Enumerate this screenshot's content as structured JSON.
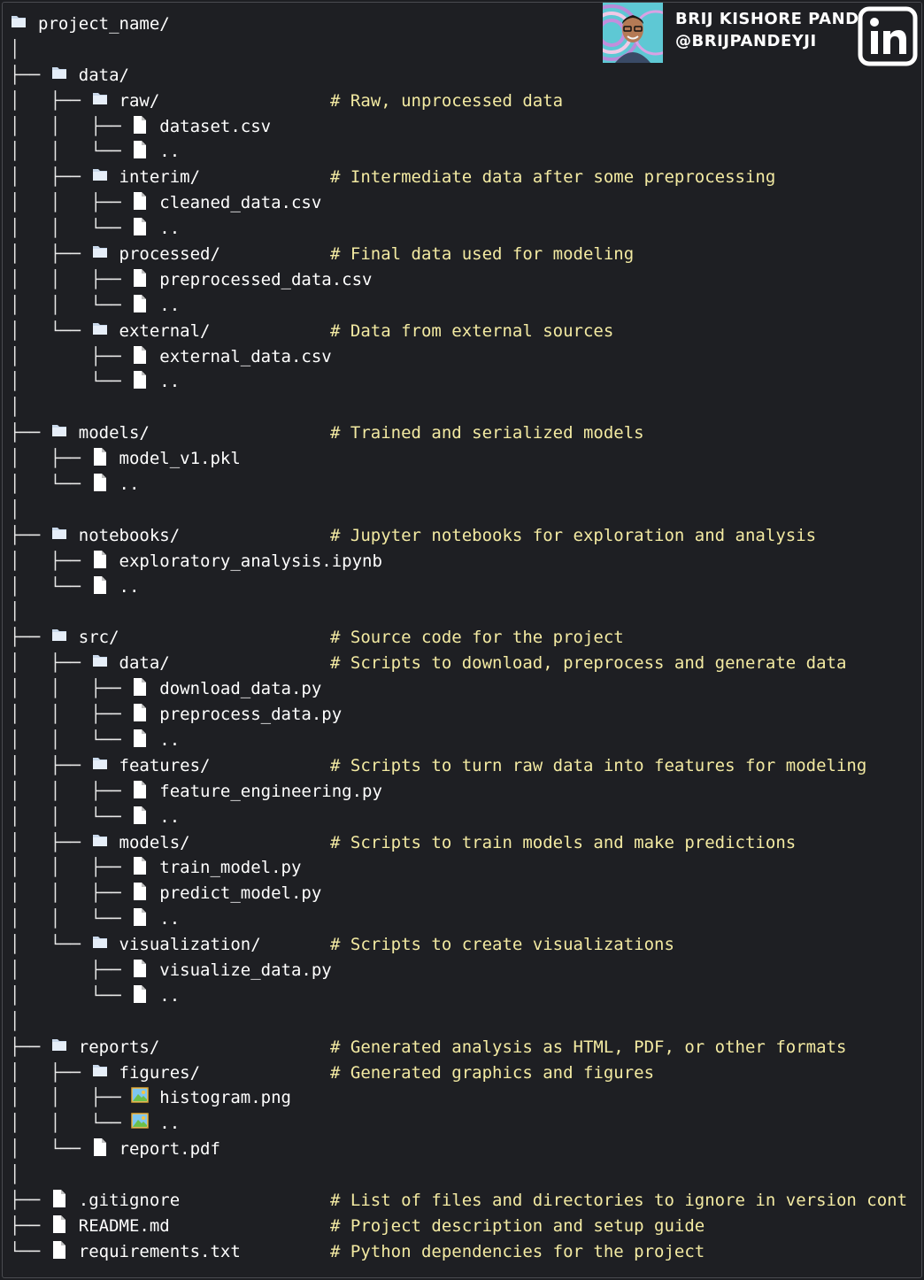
{
  "badge": {
    "author_name": "BRIJ KISHORE PANDEY",
    "author_handle": "@BRIJPANDEYJI",
    "avatar_icon": "person-avatar",
    "social_icon": "linkedin-icon",
    "social_label": "in"
  },
  "tree": [
    {
      "branch": "",
      "icon": "folder",
      "name": "project_name/",
      "comment": ""
    },
    {
      "branch": "│",
      "icon": "",
      "name": "",
      "comment": ""
    },
    {
      "branch": "├── ",
      "icon": "folder",
      "name": "data/",
      "comment": ""
    },
    {
      "branch": "│   ├── ",
      "icon": "folder",
      "name": "raw/",
      "comment": "# Raw, unprocessed data"
    },
    {
      "branch": "│   │   ├── ",
      "icon": "file",
      "name": "dataset.csv",
      "comment": ""
    },
    {
      "branch": "│   │   └── ",
      "icon": "file",
      "name": "..",
      "comment": ""
    },
    {
      "branch": "│   ├── ",
      "icon": "folder",
      "name": "interim/",
      "comment": "# Intermediate data after some preprocessing"
    },
    {
      "branch": "│   │   ├── ",
      "icon": "file",
      "name": "cleaned_data.csv",
      "comment": ""
    },
    {
      "branch": "│   │   └── ",
      "icon": "file",
      "name": "..",
      "comment": ""
    },
    {
      "branch": "│   ├── ",
      "icon": "folder",
      "name": "processed/",
      "comment": "# Final data used for modeling"
    },
    {
      "branch": "│   │   ├── ",
      "icon": "file",
      "name": "preprocessed_data.csv",
      "comment": ""
    },
    {
      "branch": "│   │   └── ",
      "icon": "file",
      "name": "..",
      "comment": ""
    },
    {
      "branch": "│   └── ",
      "icon": "folder",
      "name": "external/",
      "comment": "# Data from external sources"
    },
    {
      "branch": "│       ├── ",
      "icon": "file",
      "name": "external_data.csv",
      "comment": ""
    },
    {
      "branch": "│       └── ",
      "icon": "file",
      "name": "..",
      "comment": ""
    },
    {
      "branch": "│",
      "icon": "",
      "name": "",
      "comment": ""
    },
    {
      "branch": "├── ",
      "icon": "folder",
      "name": "models/",
      "comment": "# Trained and serialized models"
    },
    {
      "branch": "│   ├── ",
      "icon": "file",
      "name": "model_v1.pkl",
      "comment": ""
    },
    {
      "branch": "│   └── ",
      "icon": "file",
      "name": "..",
      "comment": ""
    },
    {
      "branch": "│",
      "icon": "",
      "name": "",
      "comment": ""
    },
    {
      "branch": "├── ",
      "icon": "folder",
      "name": "notebooks/",
      "comment": "# Jupyter notebooks for exploration and analysis"
    },
    {
      "branch": "│   ├── ",
      "icon": "file",
      "name": "exploratory_analysis.ipynb",
      "comment": ""
    },
    {
      "branch": "│   └── ",
      "icon": "file",
      "name": "..",
      "comment": ""
    },
    {
      "branch": "│",
      "icon": "",
      "name": "",
      "comment": ""
    },
    {
      "branch": "├── ",
      "icon": "folder",
      "name": "src/",
      "comment": "# Source code for the project"
    },
    {
      "branch": "│   ├── ",
      "icon": "folder",
      "name": "data/",
      "comment": "# Scripts to download, preprocess and generate data"
    },
    {
      "branch": "│   │   ├── ",
      "icon": "file",
      "name": "download_data.py",
      "comment": ""
    },
    {
      "branch": "│   │   ├── ",
      "icon": "file",
      "name": "preprocess_data.py",
      "comment": ""
    },
    {
      "branch": "│   │   └── ",
      "icon": "file",
      "name": "..",
      "comment": ""
    },
    {
      "branch": "│   ├── ",
      "icon": "folder",
      "name": "features/",
      "comment": "# Scripts to turn raw data into features for modeling"
    },
    {
      "branch": "│   │   ├── ",
      "icon": "file",
      "name": "feature_engineering.py",
      "comment": ""
    },
    {
      "branch": "│   │   └── ",
      "icon": "file",
      "name": "..",
      "comment": ""
    },
    {
      "branch": "│   ├── ",
      "icon": "folder",
      "name": "models/",
      "comment": "# Scripts to train models and make predictions"
    },
    {
      "branch": "│   │   ├── ",
      "icon": "file",
      "name": "train_model.py",
      "comment": ""
    },
    {
      "branch": "│   │   ├── ",
      "icon": "file",
      "name": "predict_model.py",
      "comment": ""
    },
    {
      "branch": "│   │   └── ",
      "icon": "file",
      "name": "..",
      "comment": ""
    },
    {
      "branch": "│   └── ",
      "icon": "folder",
      "name": "visualization/",
      "comment": "# Scripts to create visualizations"
    },
    {
      "branch": "│       ├── ",
      "icon": "file",
      "name": "visualize_data.py",
      "comment": ""
    },
    {
      "branch": "│       └── ",
      "icon": "file",
      "name": "..",
      "comment": ""
    },
    {
      "branch": "│",
      "icon": "",
      "name": "",
      "comment": ""
    },
    {
      "branch": "├── ",
      "icon": "folder",
      "name": "reports/",
      "comment": "# Generated analysis as HTML, PDF, or other formats"
    },
    {
      "branch": "│   ├── ",
      "icon": "folder",
      "name": "figures/",
      "comment": "# Generated graphics and figures"
    },
    {
      "branch": "│   │   ├── ",
      "icon": "image",
      "name": "histogram.png",
      "comment": ""
    },
    {
      "branch": "│   │   └── ",
      "icon": "image",
      "name": "..",
      "comment": ""
    },
    {
      "branch": "│   └── ",
      "icon": "file",
      "name": "report.pdf",
      "comment": ""
    },
    {
      "branch": "│",
      "icon": "",
      "name": "",
      "comment": ""
    },
    {
      "branch": "├── ",
      "icon": "file",
      "name": ".gitignore",
      "comment": "# List of files and directories to ignore in version cont"
    },
    {
      "branch": "├── ",
      "icon": "file",
      "name": "README.md",
      "comment": "# Project description and setup guide"
    },
    {
      "branch": "└── ",
      "icon": "file",
      "name": "requirements.txt",
      "comment": "# Python dependencies for the project"
    }
  ]
}
